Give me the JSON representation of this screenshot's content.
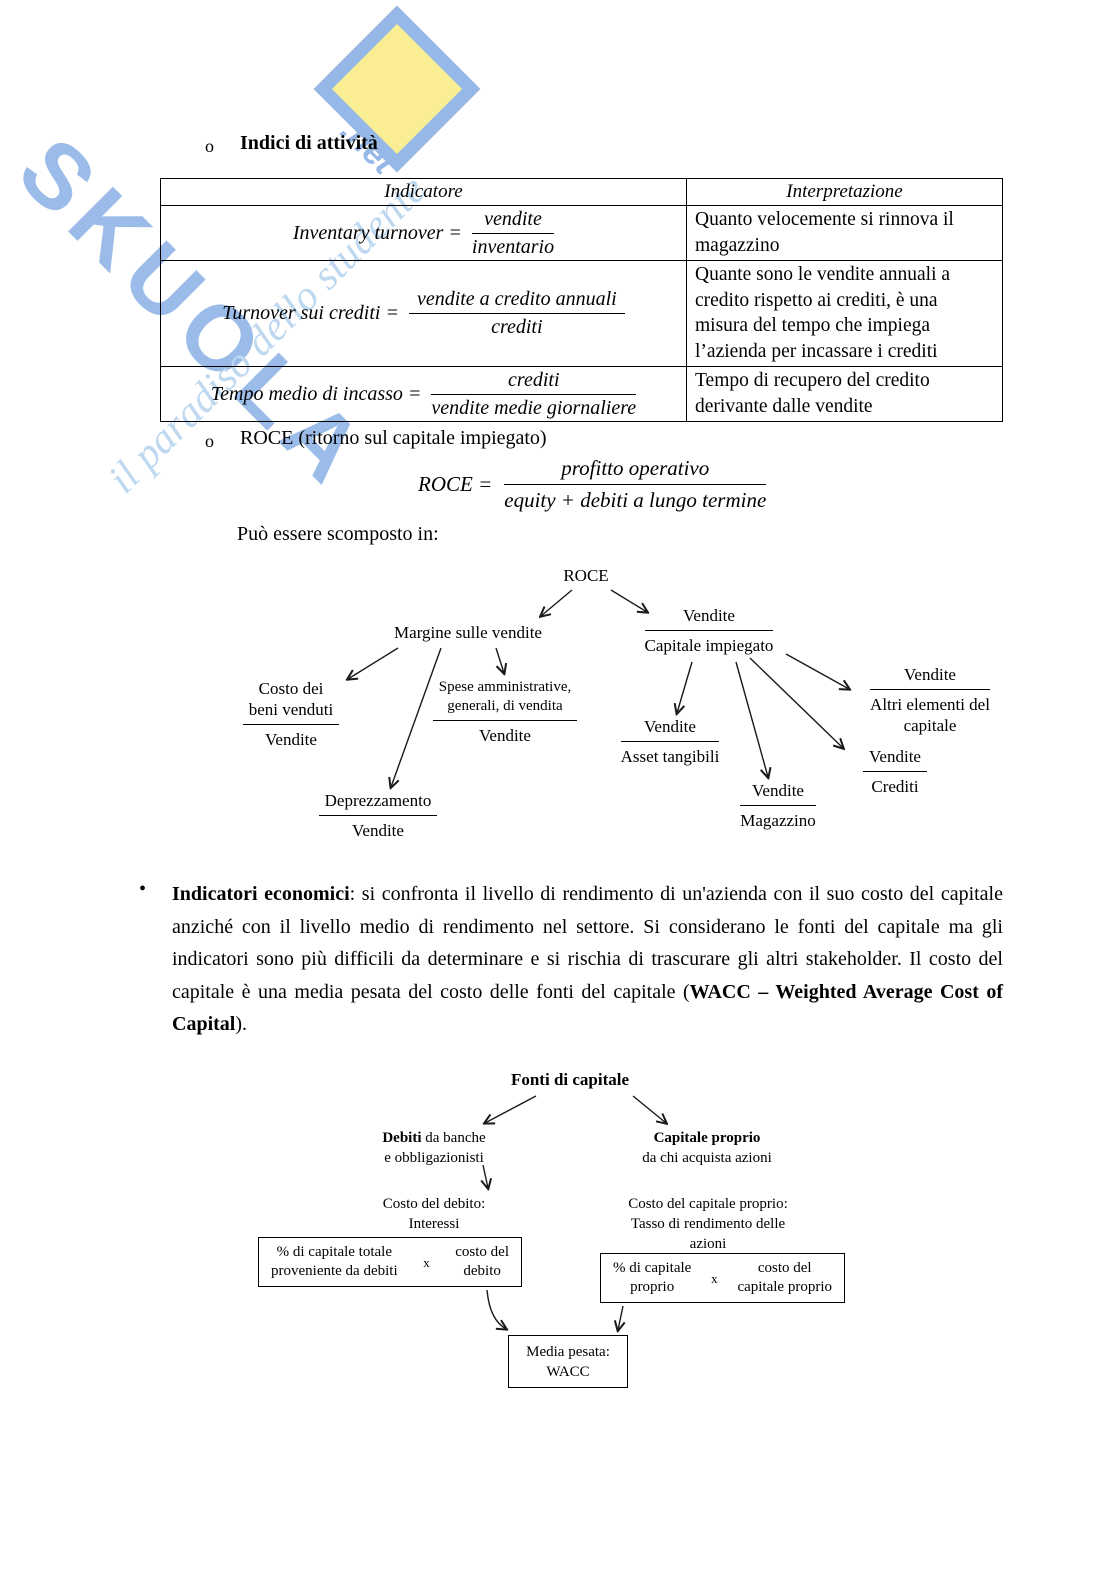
{
  "watermark": {
    "brand": "SKUOLA",
    "net": ".net",
    "tagline": "il paradiso dello studente"
  },
  "section_attivita": {
    "marker": "o",
    "title": "Indici di attività"
  },
  "table": {
    "headers": [
      "Indicatore",
      "Interpretazione"
    ],
    "rows": [
      {
        "lhs": "Inventary turnover =",
        "numerator": "vendite",
        "denominator": "inventario",
        "interpretation": "Quanto velocemente si rinnova il magazzino"
      },
      {
        "lhs": "Turnover sui crediti =",
        "numerator": "vendite a credito annuali",
        "denominator": "crediti",
        "interpretation": "Quante sono le vendite annuali a credito rispetto ai crediti, è una misura del tempo che impiega l’azienda per incassare i crediti"
      },
      {
        "lhs": "Tempo medio di incasso =",
        "numerator": "crediti",
        "denominator": "vendite medie giornaliere",
        "interpretation": "Tempo di recupero del credito derivante dalle vendite"
      }
    ]
  },
  "roce": {
    "marker": "o",
    "title": "ROCE (ritorno sul capitale impiegato)",
    "formula_lhs": "ROCE =",
    "numerator": "profitto operativo",
    "denominator": "equity + debiti a lungo termine",
    "intro": "Può essere scomposto in:"
  },
  "roce_tree": {
    "root": "ROCE",
    "margine": "Margine sulle vendite",
    "capitale": {
      "num": "Vendite",
      "den": "Capitale impiegato"
    },
    "costo": {
      "num1": "Costo dei",
      "num2": "beni venduti",
      "den": "Vendite"
    },
    "spese": {
      "num1": "Spese amministrative,",
      "num2": "generali, di vendita",
      "den": "Vendite"
    },
    "deprezzamento": {
      "num": "Deprezzamento",
      "den": "Vendite"
    },
    "asset": {
      "num": "Vendite",
      "den": "Asset tangibili"
    },
    "magazzino": {
      "num": "Vendite",
      "den": "Magazzino"
    },
    "crediti": {
      "num": "Vendite",
      "den": "Crediti"
    },
    "altri": {
      "num": "Vendite",
      "den1": "Altri elementi del",
      "den2": "capitale"
    }
  },
  "economici": {
    "marker": "•",
    "bold_lead": "Indicatori economici",
    "text_mid": ": si confronta il livello di rendimento di un'azienda con il suo costo del capitale anziché con il livello medio di rendimento nel settore. Si considerano le fonti del capitale ma gli indicatori sono più difficili da determinare e si rischia di trascurare gli altri stakeholder. Il costo del capitale è una media pesata del costo delle fonti del capitale (",
    "bold_wacc": "WACC – Weighted Average Cost of Capital",
    "text_end": ")."
  },
  "wacc_diagram": {
    "title": "Fonti di capitale",
    "debiti_bold": "Debiti",
    "debiti_rest": " da banche",
    "debiti_line2": "e obbligazionisti",
    "capitale_bold": "Capitale proprio",
    "capitale_line2": "da chi acquista azioni",
    "costo_debito_line1": "Costo del debito:",
    "costo_debito_line2": "Interessi",
    "costo_capitale_line1": "Costo del capitale proprio:",
    "costo_capitale_line2": "Tasso di rendimento delle",
    "costo_capitale_line3": "azioni",
    "box_debiti_left1": "% di capitale totale",
    "box_debiti_left2": "proveniente da debiti",
    "times": "x",
    "box_debiti_right1": "costo del",
    "box_debiti_right2": "debito",
    "box_capitale_left1": "% di capitale",
    "box_capitale_left2": "proprio",
    "box_capitale_right1": "costo del",
    "box_capitale_right2": "capitale proprio",
    "result_line1": "Media pesata:",
    "result_line2": "WACC"
  }
}
